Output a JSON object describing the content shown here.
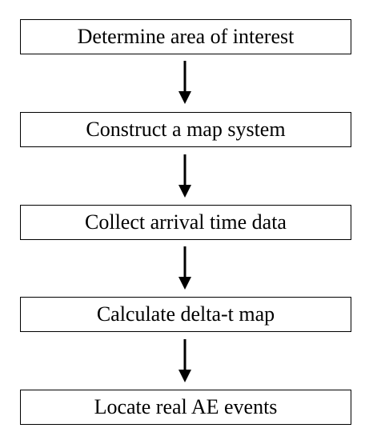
{
  "flowchart": {
    "steps": [
      {
        "label": "Determine area of interest"
      },
      {
        "label": "Construct a map system"
      },
      {
        "label": "Collect arrival time data"
      },
      {
        "label": "Calculate delta-t map"
      },
      {
        "label": "Locate real AE events"
      }
    ]
  },
  "colors": {
    "stroke": "#000000",
    "background": "#ffffff",
    "text": "#000000"
  }
}
